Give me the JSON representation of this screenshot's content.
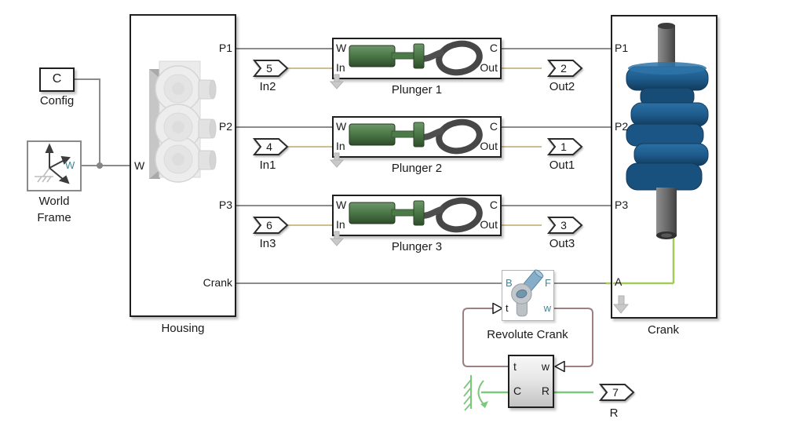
{
  "colors": {
    "frame_line": "#8c8c8c",
    "fluid_line": "#cdbd90",
    "rotation_line": "#7cc87c",
    "crank_line": "#a4ca5c",
    "signal_line": "#9c8082",
    "teal_port": "#47848f",
    "block_border": "#1f1f1f",
    "gray_border": "#8a8a8a",
    "light_border": "#b0b4b6",
    "arrow_gray": "#c9c9c9"
  },
  "diagram": {
    "config": {
      "icon": "C",
      "label": "Config"
    },
    "world_frame": {
      "label": [
        "World",
        "Frame"
      ],
      "port_w": "W"
    },
    "housing": {
      "label": "Housing",
      "port_w": "W",
      "port_p1": "P1",
      "port_p2": "P2",
      "port_p3": "P3",
      "port_crank": "Crank"
    },
    "plungers": [
      {
        "label": "Plunger 1",
        "port_w": "W",
        "port_in": "In",
        "port_c": "C",
        "port_out": "Out"
      },
      {
        "label": "Plunger 2",
        "port_w": "W",
        "port_in": "In",
        "port_c": "C",
        "port_out": "Out"
      },
      {
        "label": "Plunger 3",
        "port_w": "W",
        "port_in": "In",
        "port_c": "C",
        "port_out": "Out"
      }
    ],
    "crank": {
      "label": "Crank",
      "port_p1": "P1",
      "port_p2": "P2",
      "port_p3": "P3",
      "port_a": "A"
    },
    "revolute_crank": {
      "label": "Revolute Crank",
      "port_b": "B",
      "port_f": "F",
      "port_t": "t",
      "port_w": "w"
    },
    "drive_block": {
      "port_t": "t",
      "port_w": "w",
      "port_c": "C",
      "port_r": "R"
    },
    "labels_in": [
      {
        "number": "5",
        "label": "In2"
      },
      {
        "number": "4",
        "label": "In1"
      },
      {
        "number": "6",
        "label": "In3"
      }
    ],
    "labels_out": [
      {
        "number": "2",
        "label": "Out2"
      },
      {
        "number": "1",
        "label": "Out1"
      },
      {
        "number": "3",
        "label": "Out3"
      }
    ],
    "label_r": {
      "number": "7",
      "label": "R"
    }
  }
}
